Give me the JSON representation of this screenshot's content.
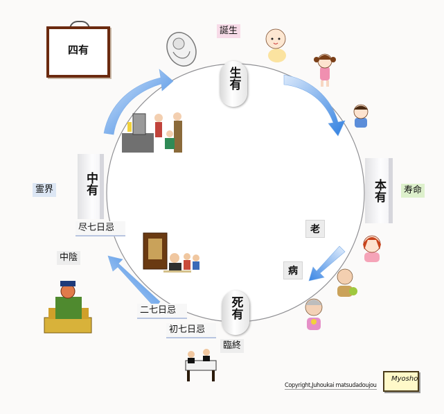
{
  "title": "四有",
  "stages": {
    "shou": "生有",
    "honu": "本有",
    "shiu": "死有",
    "chuu": "中有"
  },
  "labels": {
    "birth": "誕生",
    "lifespan": "寿命",
    "old_age": "老",
    "illness": "病",
    "deathbed": "臨終",
    "reikai": "霊界",
    "chuin": "中陰",
    "jinshichi": "尽七日忌",
    "futanoka": "二七日忌",
    "shonanoka": "初七日忌"
  },
  "footer": {
    "copyright": "Copyright,Juhoukai matsudadoujou",
    "logo": "Myosho"
  },
  "colors": {
    "arrow_blue": "#3c86e0",
    "circle": "#8f8f93",
    "board_frame": "#6b2a0f"
  }
}
